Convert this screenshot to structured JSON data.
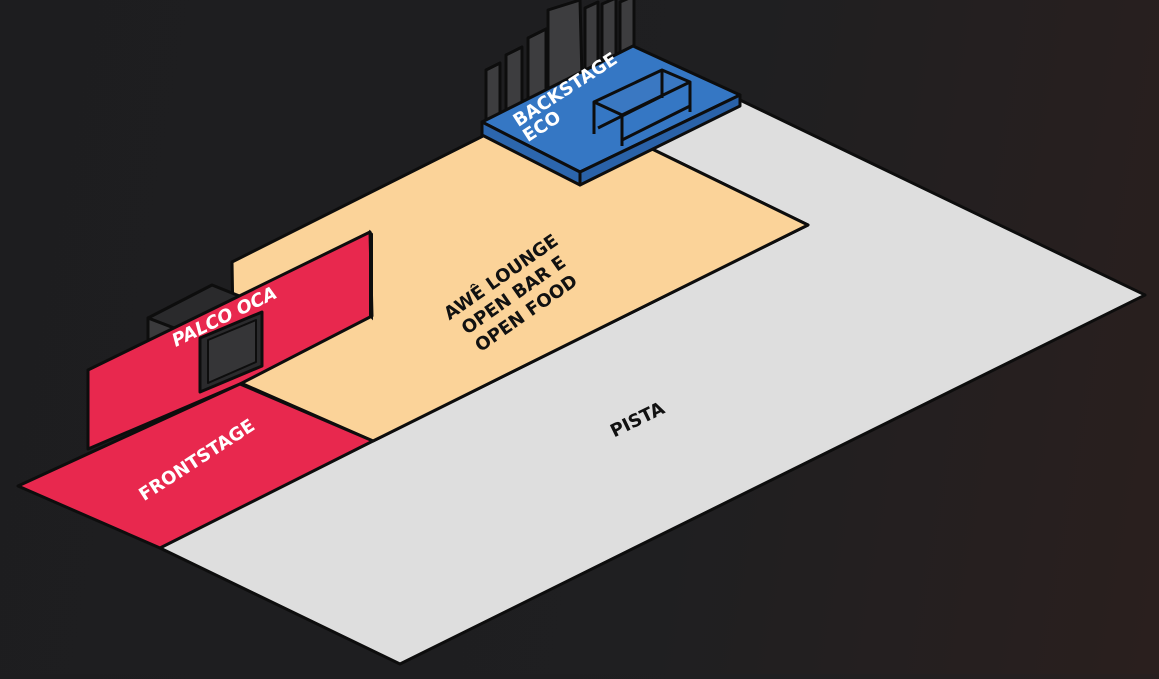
{
  "colors": {
    "background": "#1e1e20",
    "pista": "#dedede",
    "lounge": "#fbd399",
    "frontstage": "#e8284e",
    "backstage": "#3577c4",
    "structure": "#3a3a3c",
    "outline": "#0d0d0d",
    "label_dark": "#111111",
    "label_light": "#ffffff"
  },
  "zones": {
    "pista": {
      "label": "PISTA"
    },
    "lounge": {
      "lines": [
        "AWÊ LOUNGE",
        "OPEN BAR E",
        "OPEN FOOD"
      ]
    },
    "frontstage": {
      "label": "FRONTSTAGE"
    },
    "palco": {
      "label": "PALCO OCA"
    },
    "backstage": {
      "lines": [
        "BACKSTAGE",
        "ECO"
      ]
    }
  },
  "icons": {
    "backstage_bench": "bench-icon",
    "backstage_panels": "panel-structure-icon",
    "palco_frame": "stage-frame-icon"
  }
}
